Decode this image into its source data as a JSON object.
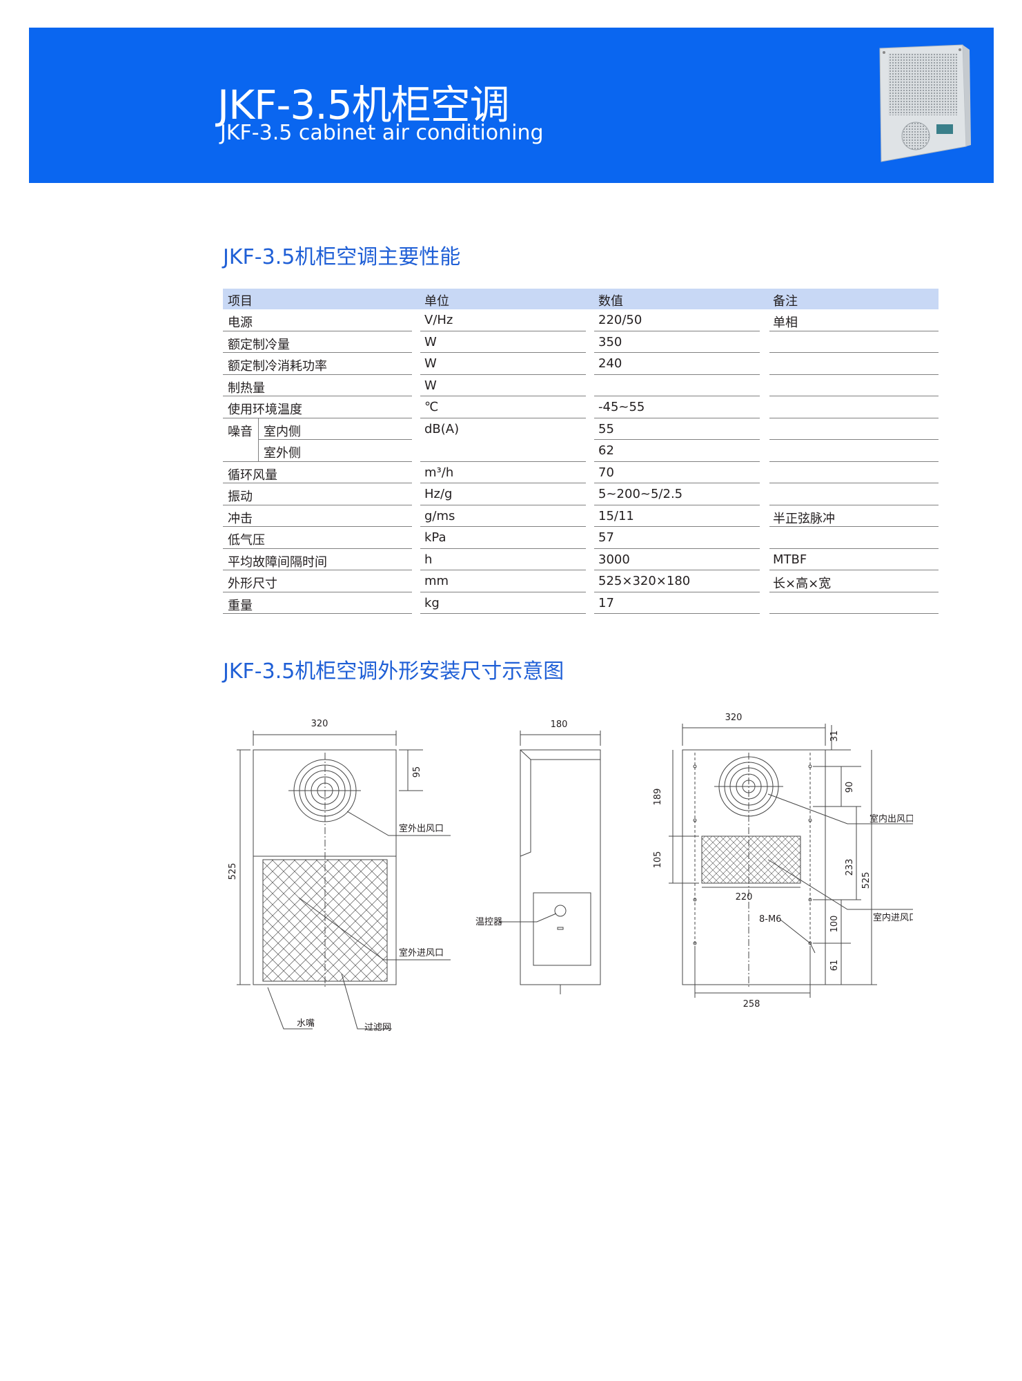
{
  "banner": {
    "title": "JKF-3.5机柜空调",
    "subtitle": "JKF-3.5 cabinet air conditioning",
    "background_color": "#0a66f0"
  },
  "specs_section": {
    "title": "JKF-3.5机柜空调主要性能",
    "headers": [
      "项目",
      "单位",
      "数值",
      "备注"
    ],
    "rows": [
      {
        "item": "电源",
        "unit": "V/Hz",
        "value": "220/50",
        "note": "单相"
      },
      {
        "item": "额定制冷量",
        "unit": "W",
        "value": "350",
        "note": ""
      },
      {
        "item": "额定制冷消耗功率",
        "unit": "W",
        "value": "240",
        "note": ""
      },
      {
        "item": "制热量",
        "unit": "W",
        "value": "",
        "note": ""
      },
      {
        "item": "使用环境温度",
        "unit": "℃",
        "value": "-45~55",
        "note": ""
      },
      {
        "item": "噪音",
        "sub": "室内侧",
        "unit": "dB(A)",
        "value": "55",
        "note": ""
      },
      {
        "item": "",
        "sub": "室外侧",
        "unit": "",
        "value": "62",
        "note": ""
      },
      {
        "item": "循环风量",
        "unit": "m³/h",
        "value": "70",
        "note": ""
      },
      {
        "item": "振动",
        "unit": "Hz/g",
        "value": "5~200~5/2.5",
        "note": ""
      },
      {
        "item": "冲击",
        "unit": "g/ms",
        "value": "15/11",
        "note": "半正弦脉冲"
      },
      {
        "item": "低气压",
        "unit": "kPa",
        "value": "57",
        "note": ""
      },
      {
        "item": "平均故障间隔时间",
        "unit": "h",
        "value": "3000",
        "note": "MTBF"
      },
      {
        "item": "外形尺寸",
        "unit": "mm",
        "value": "525×320×180",
        "note": "长×高×宽"
      },
      {
        "item": "重量",
        "unit": "kg",
        "value": "17",
        "note": ""
      }
    ]
  },
  "drawing_section": {
    "title": "JKF-3.5机柜空调外形安装尺寸示意图",
    "front_view": {
      "width_dim": "320",
      "height_dim": "525",
      "fan_dim": "95",
      "outlet_label": "室外出风口",
      "inlet_label": "室外进风口",
      "drain_label": "水嘴",
      "filter_label": "过滤网"
    },
    "side_view": {
      "depth_dim": "180",
      "thermostat_label": "温控器"
    },
    "back_view": {
      "width_dim": "320",
      "top_dim": "31",
      "fan_dim": "90",
      "upper_dim": "189",
      "inlet_height_dim": "105",
      "inner_dim": "233",
      "height_dim": "525",
      "inlet_width_dim": "220",
      "bolt_label": "8-M6",
      "lower_dim": "100",
      "bottom_dim": "61",
      "hole_span_dim": "258",
      "outlet_label": "室内出风口",
      "inlet_label": "室内进风口"
    }
  }
}
